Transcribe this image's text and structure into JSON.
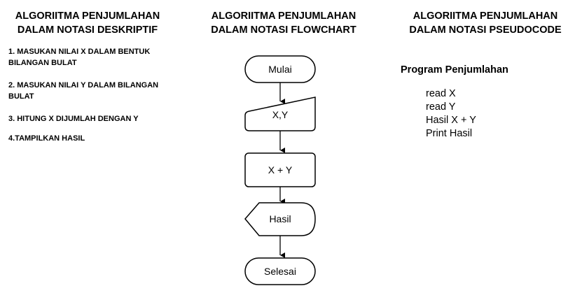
{
  "descriptive": {
    "title_line1": "ALGORIITMA PENJUMLAHAN",
    "title_line2": "DALAM NOTASI DESKRIPTIF",
    "steps": [
      "1. MASUKAN NILAI X DALAM BENTUK BILANGAN BULAT",
      "2. MASUKAN NILAI Y DALAM BILANGAN BULAT",
      "3. HITUNG X DIJUMLAH DENGAN Y",
      "4.TAMPILKAN HASIL"
    ]
  },
  "flowchart": {
    "title_line1": "ALGORIITMA PENJUMLAHAN",
    "title_line2": "DALAM NOTASI FLOWCHART",
    "nodes": [
      {
        "id": "start",
        "shape": "terminator",
        "label": "Mulai"
      },
      {
        "id": "input",
        "shape": "manual-input",
        "label": "X,Y"
      },
      {
        "id": "process",
        "shape": "process",
        "label": "X + Y"
      },
      {
        "id": "output",
        "shape": "display",
        "label": "Hasil"
      },
      {
        "id": "end",
        "shape": "terminator",
        "label": "Selesai"
      }
    ],
    "line_color": "#000000"
  },
  "pseudocode": {
    "title_line1": "ALGORIITMA PENJUMLAHAN",
    "title_line2": "DALAM NOTASI PSEUDOCODE",
    "heading": "Program Penjumlahan",
    "lines": [
      "read X",
      "read Y",
      "Hasil X + Y",
      "Print Hasil"
    ]
  }
}
